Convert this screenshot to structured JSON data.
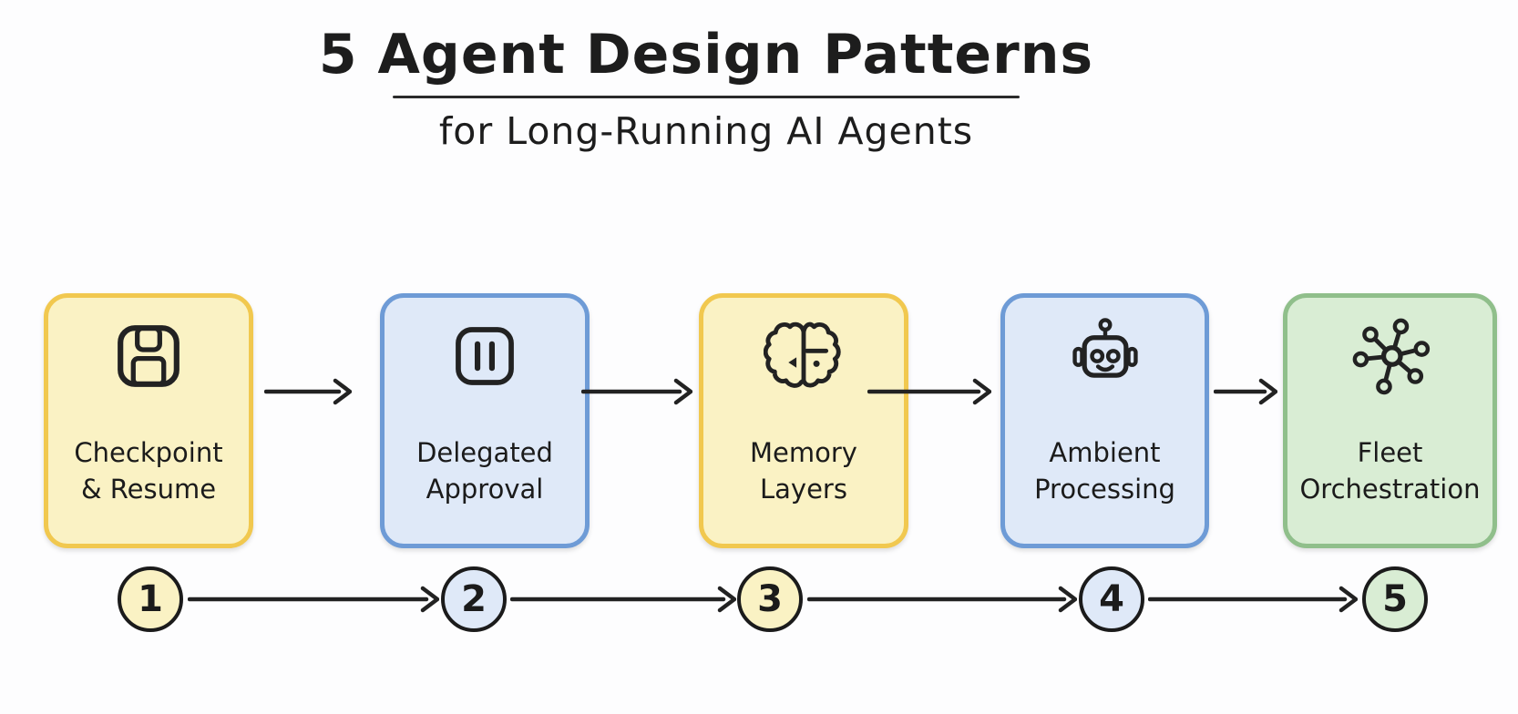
{
  "header": {
    "title": "5 Agent Design Patterns",
    "subtitle": "for Long-Running AI Agents"
  },
  "patterns": [
    {
      "number": "1",
      "line1": "Checkpoint",
      "line2": "& Resume",
      "icon": "floppy-disk-save-icon",
      "theme": "yellow"
    },
    {
      "number": "2",
      "line1": "Delegated",
      "line2": "Approval",
      "icon": "pause-icon",
      "theme": "blue"
    },
    {
      "number": "3",
      "line1": "Memory",
      "line2": "Layers",
      "icon": "brain-icon",
      "theme": "yellow"
    },
    {
      "number": "4",
      "line1": "Ambient",
      "line2": "Processing",
      "icon": "robot-icon",
      "theme": "blue"
    },
    {
      "number": "5",
      "line1": "Fleet",
      "line2": "Orchestration",
      "icon": "network-hub-icon",
      "theme": "green"
    }
  ],
  "colors": {
    "ink": "#222222",
    "background": "#FDFDFE",
    "yellow_fill": "#FAF2C4",
    "yellow_border": "#F1C84F",
    "blue_fill": "#DFE9F8",
    "blue_border": "#6E9BD6",
    "green_fill": "#D9EDD4",
    "green_border": "#90BF8B"
  }
}
